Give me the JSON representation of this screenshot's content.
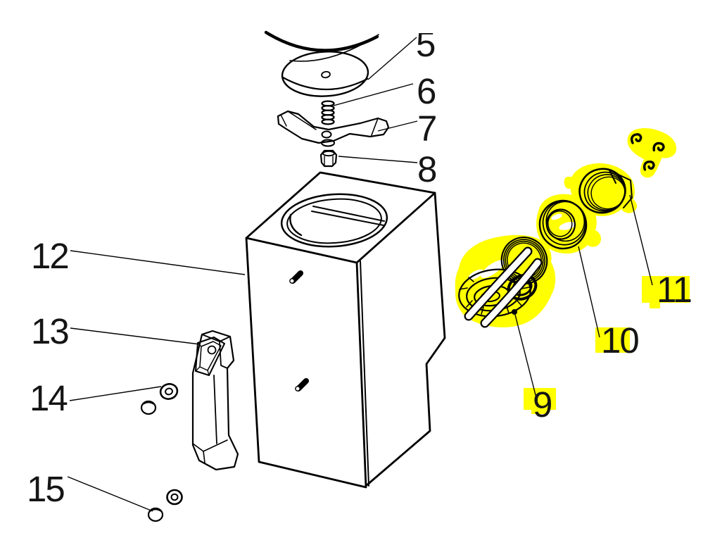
{
  "diagram": {
    "type": "exploded-parts-diagram",
    "background_color": "#ffffff",
    "line_color": "#000000",
    "highlight_color": "#ffff00",
    "callouts": [
      {
        "number": "5",
        "highlighted": false
      },
      {
        "number": "6",
        "highlighted": false
      },
      {
        "number": "7",
        "highlighted": false
      },
      {
        "number": "8",
        "highlighted": false
      },
      {
        "number": "9",
        "highlighted": true
      },
      {
        "number": "10",
        "highlighted": true
      },
      {
        "number": "11",
        "highlighted": true
      },
      {
        "number": "12",
        "highlighted": false
      },
      {
        "number": "13",
        "highlighted": false
      },
      {
        "number": "14",
        "highlighted": false
      },
      {
        "number": "15",
        "highlighted": false
      }
    ]
  }
}
